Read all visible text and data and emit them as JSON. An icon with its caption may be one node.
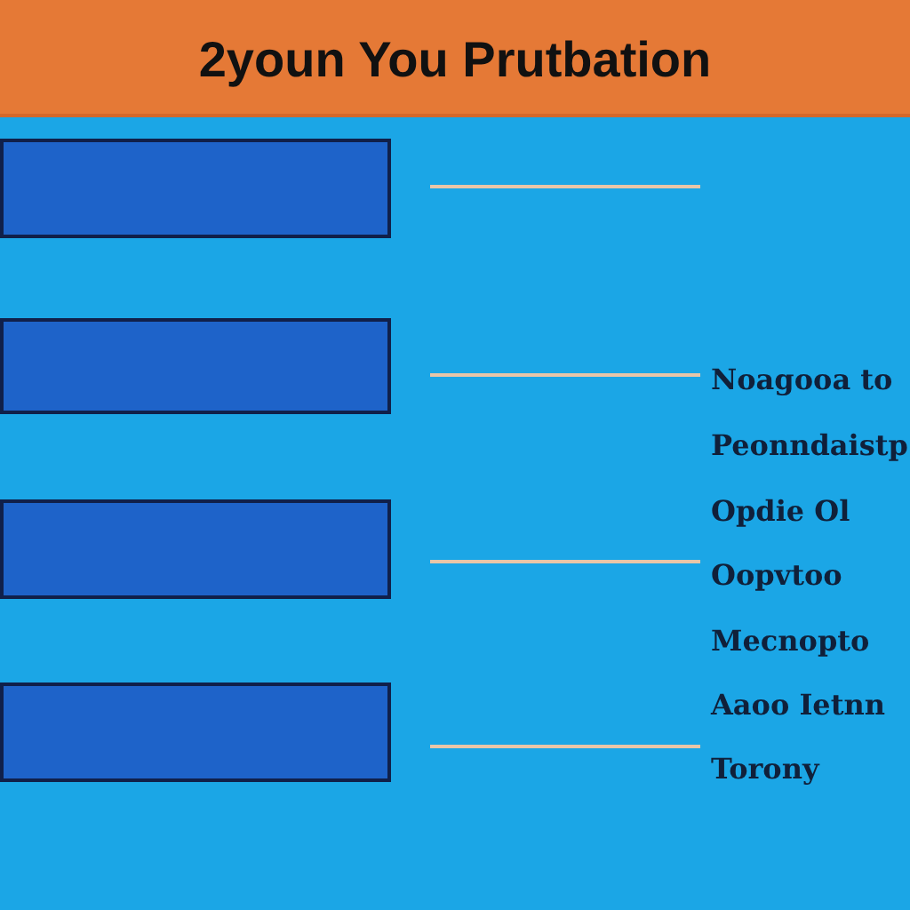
{
  "diagram": {
    "title": "2youn You Prutbation",
    "nodes": [
      {
        "text": [],
        "shape": "box"
      },
      {
        "text": [],
        "shape": "box"
      },
      {
        "text": [],
        "shape": "box"
      },
      {
        "text": [],
        "shape": "box"
      }
    ],
    "labels": [
      "Noagooa to",
      "Peonndaistp",
      "Opdie Ol",
      "Oopvtoo",
      "Mecnopto",
      "Aaoo Ietnn",
      "Torony"
    ]
  }
}
